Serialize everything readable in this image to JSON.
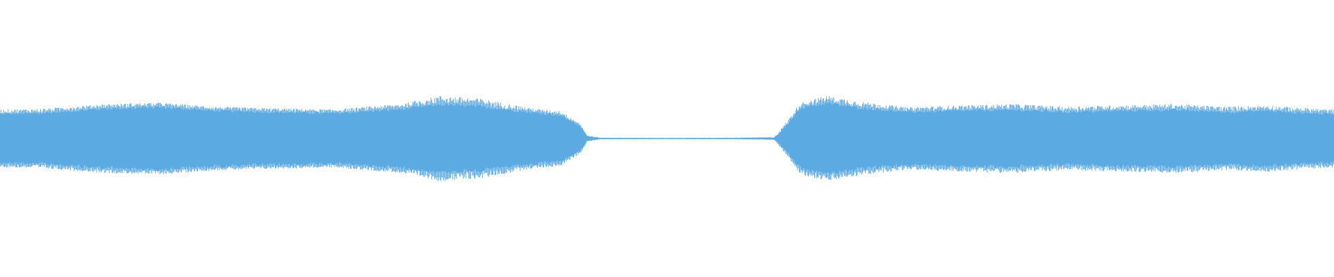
{
  "waveform": {
    "color": "#5DAAE2",
    "background": "#FFFFFF",
    "envelope": {
      "duration_fraction_points": [
        0.0,
        0.03,
        0.08,
        0.12,
        0.16,
        0.2,
        0.25,
        0.3,
        0.33,
        0.36,
        0.4,
        0.42,
        0.435,
        0.44,
        0.45,
        0.5,
        0.55,
        0.58,
        0.583,
        0.59,
        0.6,
        0.62,
        0.64,
        0.68,
        0.72,
        0.76,
        0.8,
        0.84,
        0.88,
        0.92,
        0.95,
        0.97,
        1.0
      ],
      "peak_amplitude_points": [
        0.42,
        0.43,
        0.5,
        0.52,
        0.46,
        0.44,
        0.42,
        0.5,
        0.62,
        0.58,
        0.43,
        0.4,
        0.22,
        0.05,
        0.012,
        0.01,
        0.012,
        0.02,
        0.08,
        0.25,
        0.52,
        0.62,
        0.55,
        0.45,
        0.48,
        0.5,
        0.46,
        0.48,
        0.5,
        0.46,
        0.48,
        0.45,
        0.42
      ],
      "body_amplitude_points": [
        0.36,
        0.37,
        0.44,
        0.46,
        0.41,
        0.39,
        0.37,
        0.43,
        0.5,
        0.47,
        0.38,
        0.34,
        0.18,
        0.03,
        0.008,
        0.006,
        0.008,
        0.012,
        0.05,
        0.2,
        0.45,
        0.52,
        0.46,
        0.39,
        0.41,
        0.42,
        0.39,
        0.41,
        0.42,
        0.39,
        0.41,
        0.38,
        0.36
      ]
    }
  }
}
